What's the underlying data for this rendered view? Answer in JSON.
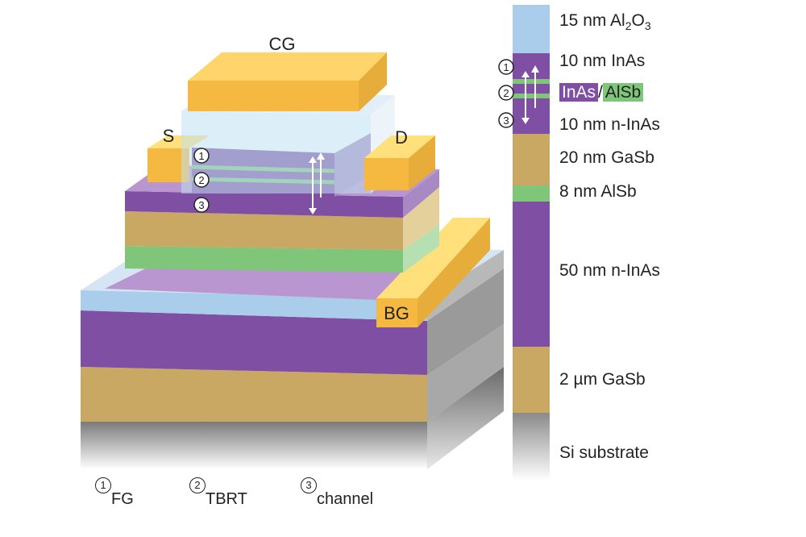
{
  "device": {
    "gate_labels": {
      "cg": "CG",
      "source": "S",
      "drain": "D",
      "bg": "BG"
    },
    "markers": [
      "①",
      "②",
      "③"
    ]
  },
  "stack": {
    "layers": [
      {
        "label": "15 nm Al",
        "sub1": "2",
        "mid": "O",
        "sub2": "3",
        "color": "#a9cdea"
      },
      {
        "label": "10 nm InAs",
        "color": "#7e4fa3"
      },
      {
        "label_a": "InAs",
        "label_sep": "/",
        "label_b": "AlSb",
        "color": "#7e4fa3"
      },
      {
        "label": "10 nm n-InAs",
        "color": "#7e4fa3"
      },
      {
        "label": "20 nm GaSb",
        "color": "#c9a864"
      },
      {
        "label": "8 nm AlSb",
        "color": "#7fc57a"
      },
      {
        "label": "50 nm n-InAs",
        "color": "#7e4fa3"
      },
      {
        "label": "2 µm GaSb",
        "color": "#c9a864"
      },
      {
        "label": "Si substrate",
        "color": "#9a9a9a"
      }
    ]
  },
  "legend": [
    {
      "num": "①",
      "text": "FG"
    },
    {
      "num": "②",
      "text": "TBRT"
    },
    {
      "num": "③",
      "text": "channel"
    }
  ],
  "colors": {
    "inas": "#7e4fa3",
    "gasb": "#c9a864",
    "alsb": "#7fc57a",
    "oxide": "#a9cdea",
    "metal": "#f5b942",
    "silicon": "#8c8c8c"
  }
}
